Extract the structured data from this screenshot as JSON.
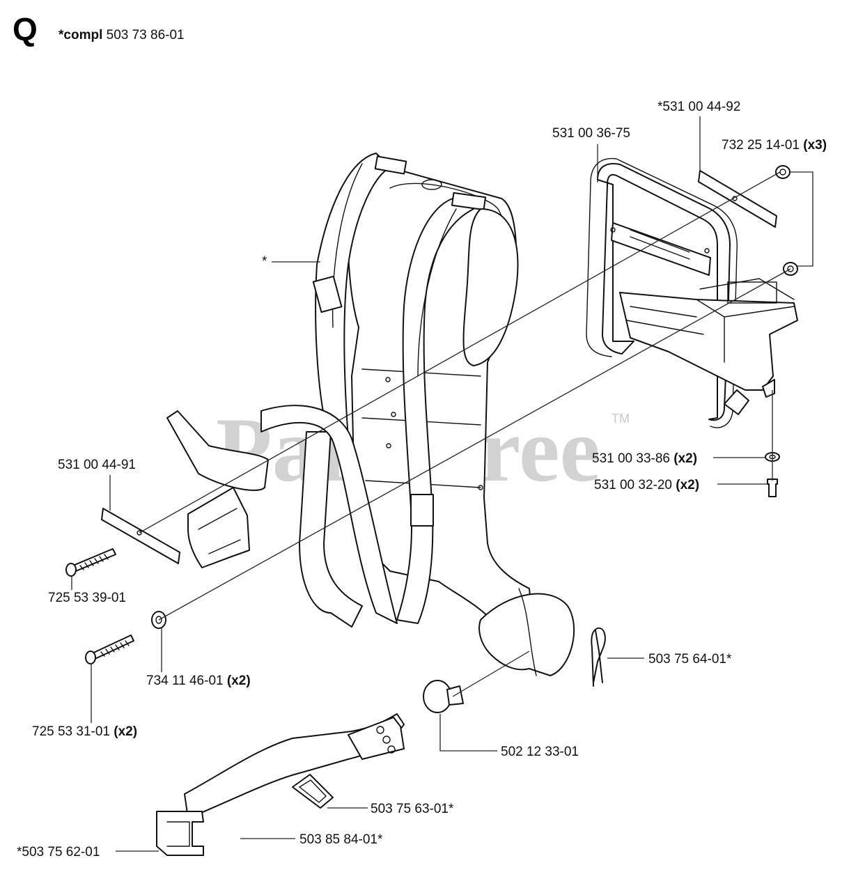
{
  "header": {
    "section_letter": "Q",
    "compl_prefix": "*compl",
    "compl_number": "503 73 86-01"
  },
  "watermark": {
    "text": "PartsTree",
    "tm": "TM"
  },
  "parts": {
    "harness_ref": "*",
    "frame": "531 00 36-75",
    "plate_right": "*531 00 44-92",
    "washer_top": "732 25 14-01",
    "washer_top_qty": "(x3)",
    "spacer": "531 00 33-86",
    "spacer_qty": "(x2)",
    "screw_right": "531 00 32-20",
    "screw_right_qty": "(x2)",
    "plate_left": "531 00 44-91",
    "bolt_upper": "725 53 39-01",
    "washer_left": "734 11 46-01",
    "washer_left_qty": "(x2)",
    "bolt_lower": "725 53 31-01",
    "bolt_lower_qty": "(x2)",
    "clip_pin": "503 75 64-01*",
    "knob": "502 12 33-01",
    "buckle_slide": "503 75 63-01*",
    "hip_strap": "503 85 84-01*",
    "buckle_female": "*503 75 62-01"
  }
}
